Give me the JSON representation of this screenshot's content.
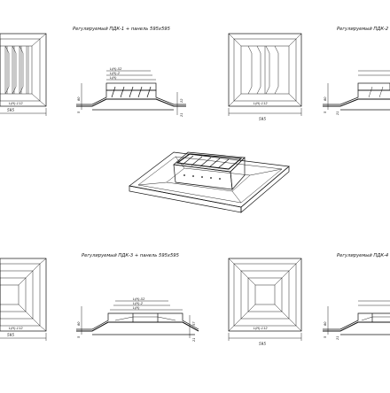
{
  "panels": [
    {
      "title": "Регулируемый ПДК-1 + панель 595х595",
      "plan_dims": {
        "width": "595",
        "neck": "L(Н)-112"
      },
      "section_dims": {
        "top1": "L(Н)-52",
        "top2": "L(Н)-2",
        "top3": "L(Н)",
        "height": "80",
        "base": "5",
        "side": "21",
        "right1": "22"
      }
    },
    {
      "title": "Регулируемый ПДК-2",
      "plan_dims": {
        "width": "595",
        "neck": "L(Н)-112"
      },
      "section_dims": {
        "height": "80",
        "base": "5",
        "side": "21"
      }
    },
    {
      "title": "Регулируемый ПДК-3 + панель 595х595",
      "plan_dims": {
        "width": "595",
        "neck": "L(Н)-112"
      },
      "section_dims": {
        "top1": "L(Н)-52",
        "top2": "L(Н)-2",
        "top3": "L(Н)",
        "height": "80",
        "base": "5",
        "side": "21",
        "right1": "57"
      }
    },
    {
      "title": "Регулируемый ПДК-4",
      "plan_dims": {
        "width": "595",
        "neck": "L(Н)-112"
      },
      "section_dims": {
        "height": "80",
        "base": "5",
        "side": "21"
      }
    }
  ]
}
